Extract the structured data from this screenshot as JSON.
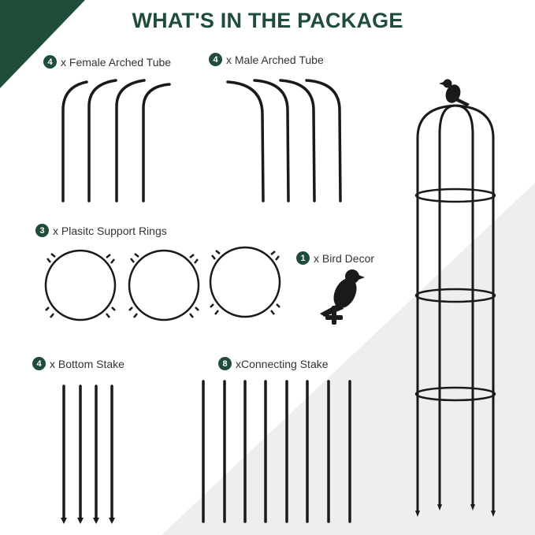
{
  "title": "WHAT'S IN THE PACKAGE",
  "colors": {
    "accent": "#1f4d3a",
    "background_band": "#eeeeee",
    "product": "#1a1a1a"
  },
  "items": [
    {
      "count": "4",
      "text": "x Female Arched Tube"
    },
    {
      "count": "4",
      "text": "x Male Arched Tube"
    },
    {
      "count": "3",
      "text": "x Plasitc Support Rings"
    },
    {
      "count": "1",
      "text": "x Bird Decor"
    },
    {
      "count": "4",
      "text": "x Bottom Stake"
    },
    {
      "count": "8",
      "text": "xConnecting Stake"
    }
  ],
  "icons": [
    "female-arched-tube-icon",
    "male-arched-tube-icon",
    "support-ring-icon",
    "bird-decor-icon",
    "bottom-stake-icon",
    "connecting-stake-icon",
    "assembled-obelisk-trellis-icon"
  ]
}
